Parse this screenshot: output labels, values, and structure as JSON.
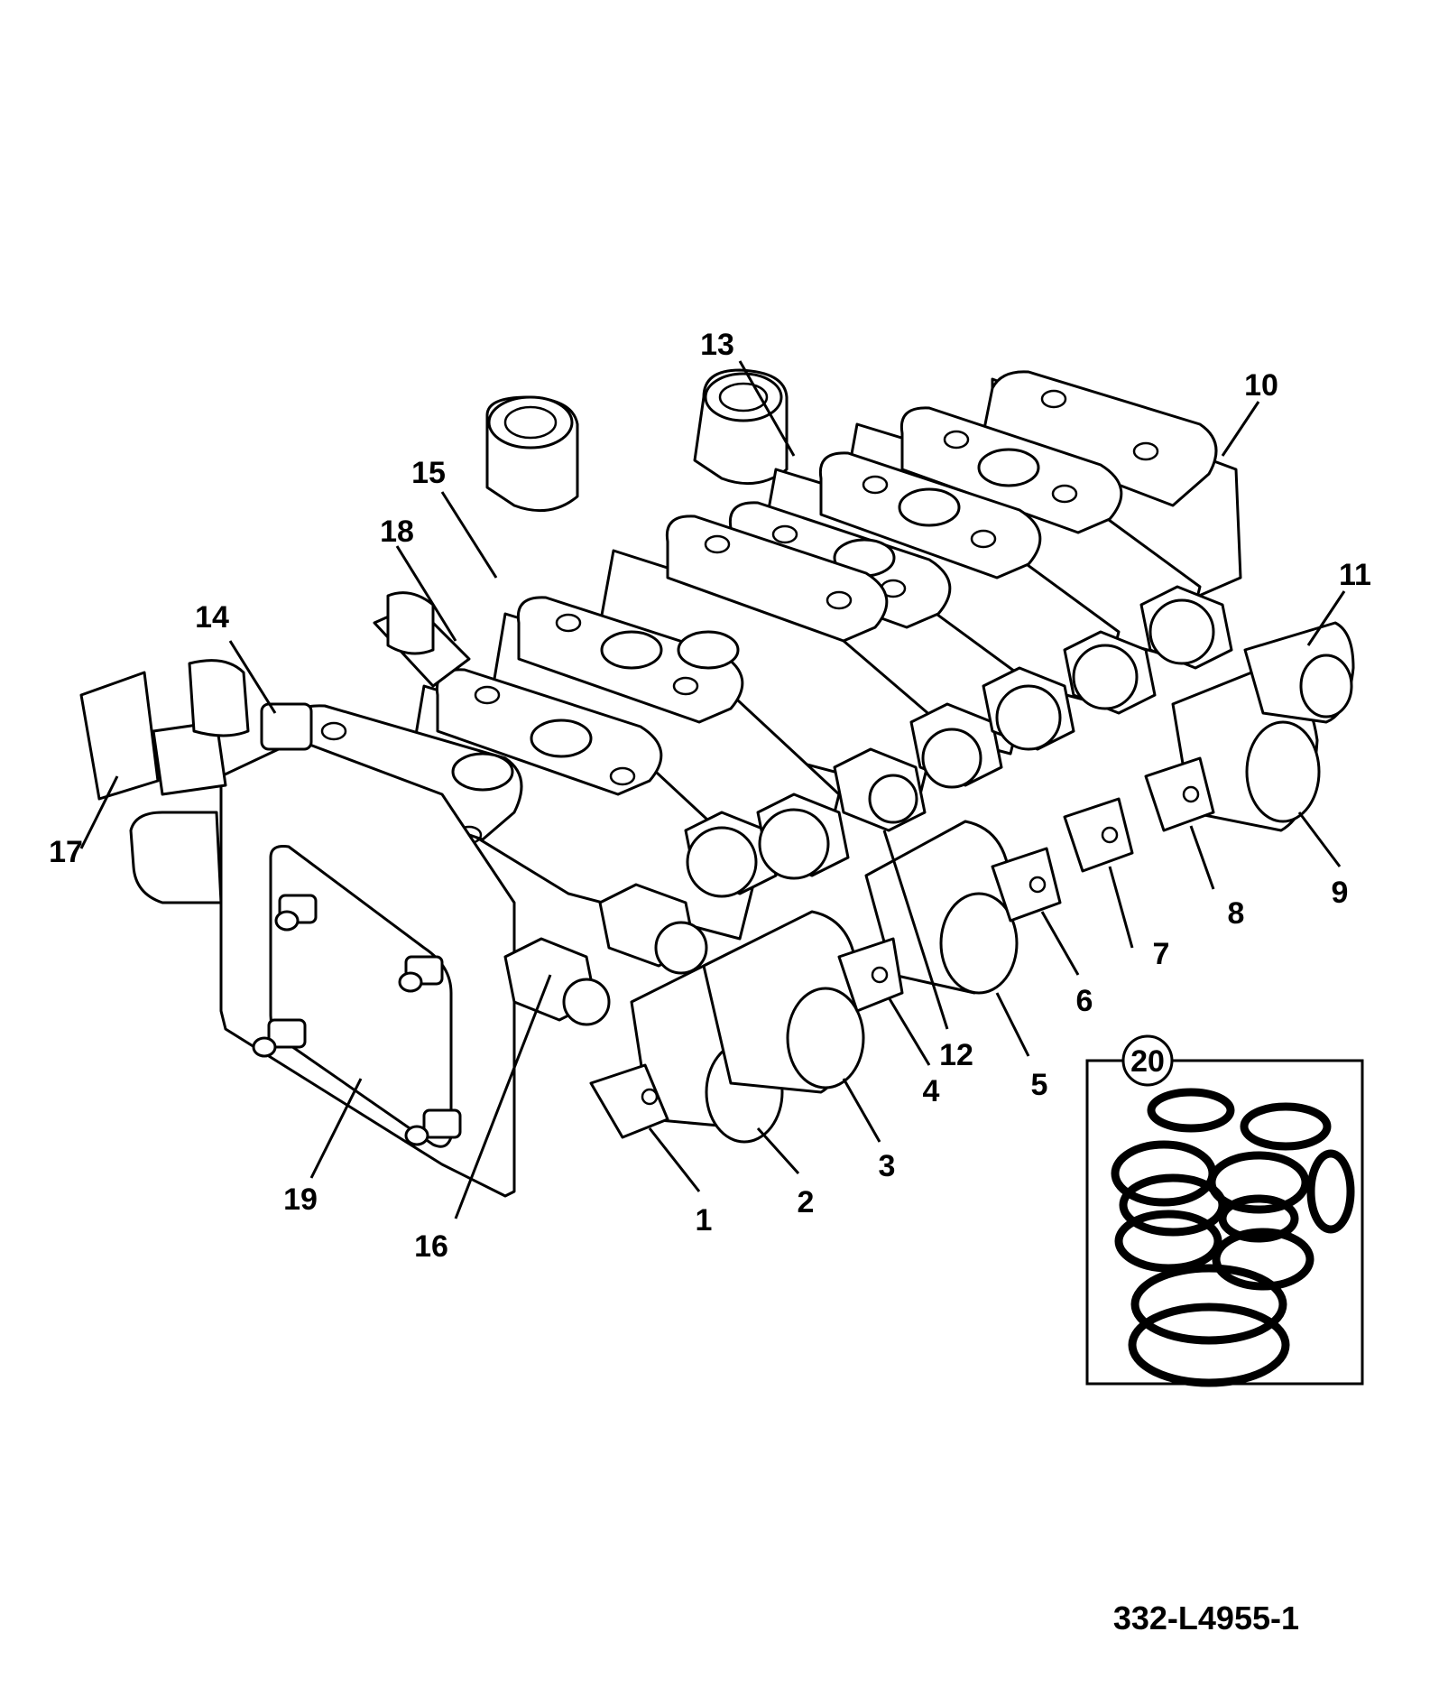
{
  "diagram": {
    "callouts": [
      "1",
      "2",
      "3",
      "4",
      "5",
      "6",
      "7",
      "8",
      "9",
      "10",
      "11",
      "12",
      "13",
      "14",
      "15",
      "16",
      "17",
      "18",
      "19",
      "20"
    ],
    "drawing_number": "332-L4955-1"
  }
}
